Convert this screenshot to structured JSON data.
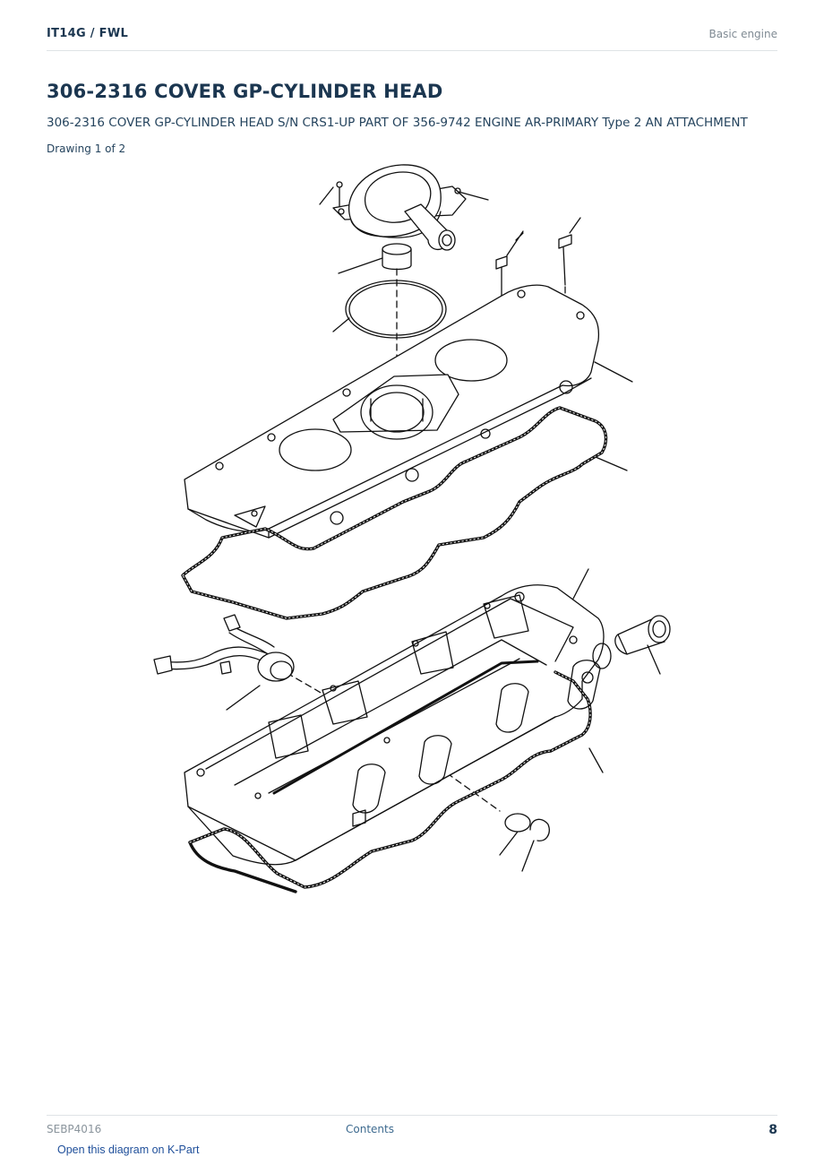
{
  "header": {
    "model_path": "IT14G  /  FWL",
    "section": "Basic engine"
  },
  "page": {
    "title": "306-2316 COVER GP-CYLINDER HEAD",
    "subtitle": "306-2316 COVER GP-CYLINDER HEAD S/N CRS1-UP PART OF 356-9742 ENGINE AR-PRIMARY Type 2 AN ATTACHMENT",
    "drawing_label": "Drawing 1 of 2"
  },
  "footer": {
    "doc_id": "SEBP4016",
    "contents_link": "Contents",
    "page_number": "8",
    "kpart_link": "Open this diagram on K-Part"
  }
}
